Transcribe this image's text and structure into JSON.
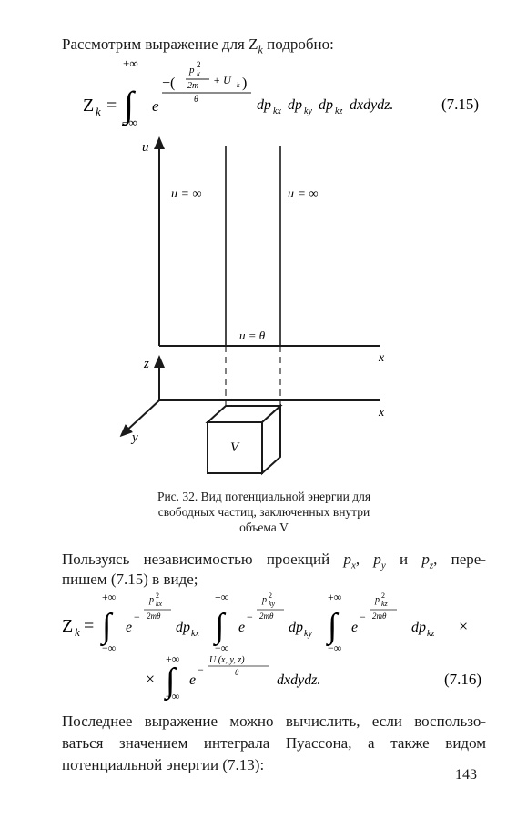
{
  "intro": "Рассмотрим выражение для Z",
  "intro_sub": "k",
  "intro_tail": " подробно:",
  "eq1": {
    "lhs": "Z",
    "lhs_sub": "k",
    "eq": "=",
    "upper": "+∞",
    "lower": "−∞",
    "integral": "∫",
    "base": "e",
    "exp_open": "−(",
    "exp_p": "p",
    "exp_p_sup": "2",
    "exp_p_sub": "k",
    "exp_2m": "2m",
    "exp_plus_u": "+ U",
    "exp_u_sub": "k",
    "exp_close": ")",
    "exp_den": "θ",
    "diffs": "dp",
    "d1": "kx",
    "d2": "ky",
    "d3": "kz",
    "diffs_tail": "dxdydz.",
    "number": "(7.15)"
  },
  "figure": {
    "u_axis": "u",
    "x_axis_top": "x",
    "x_axis_bottom": "x",
    "z_axis": "z",
    "y_axis": "y",
    "left_region": "u = ∞",
    "right_region": "u = ∞",
    "bottom_region": "u = θ",
    "box_label": "V",
    "caption_lines": [
      "Рис. 32. Вид потенциальной энергии для",
      "свободных частиц, заключенных внутри",
      "объема V"
    ]
  },
  "para2": {
    "line1_a": "Пользуясь независимостью проекций ",
    "px": "p",
    "px_sub": "x",
    "comma": ", ",
    "py": "p",
    "py_sub": "y",
    "and": " и ",
    "pz": "p",
    "pz_sub": "z",
    "line1_tail": ", пере-",
    "line2": "пишем (7.15) в виде;"
  },
  "eq2": {
    "lhs": "Z",
    "lhs_sub": "k",
    "eq": "=",
    "upper": "+∞",
    "lower": "−∞",
    "integral": "∫",
    "base": "e",
    "minus": "−",
    "f1_num": "p",
    "f1_sup": "2",
    "f1_sub": "kx",
    "f_den": "2mθ",
    "f2_sub": "ky",
    "f3_sub": "kz",
    "dp": "dp",
    "dp1": "kx",
    "dp2": "ky",
    "dp3": "kz",
    "times": "×",
    "u_num": "U (x, y, z)",
    "u_den": "θ",
    "tail": "dxdydz.",
    "number": "(7.16)"
  },
  "para3_lines": [
    "Последнее выражение можно вычислить, если воспользо-",
    "ваться значением интеграла Пуассона, а также видом",
    "потенциальной энергии (7.13):"
  ],
  "page_number": "143"
}
